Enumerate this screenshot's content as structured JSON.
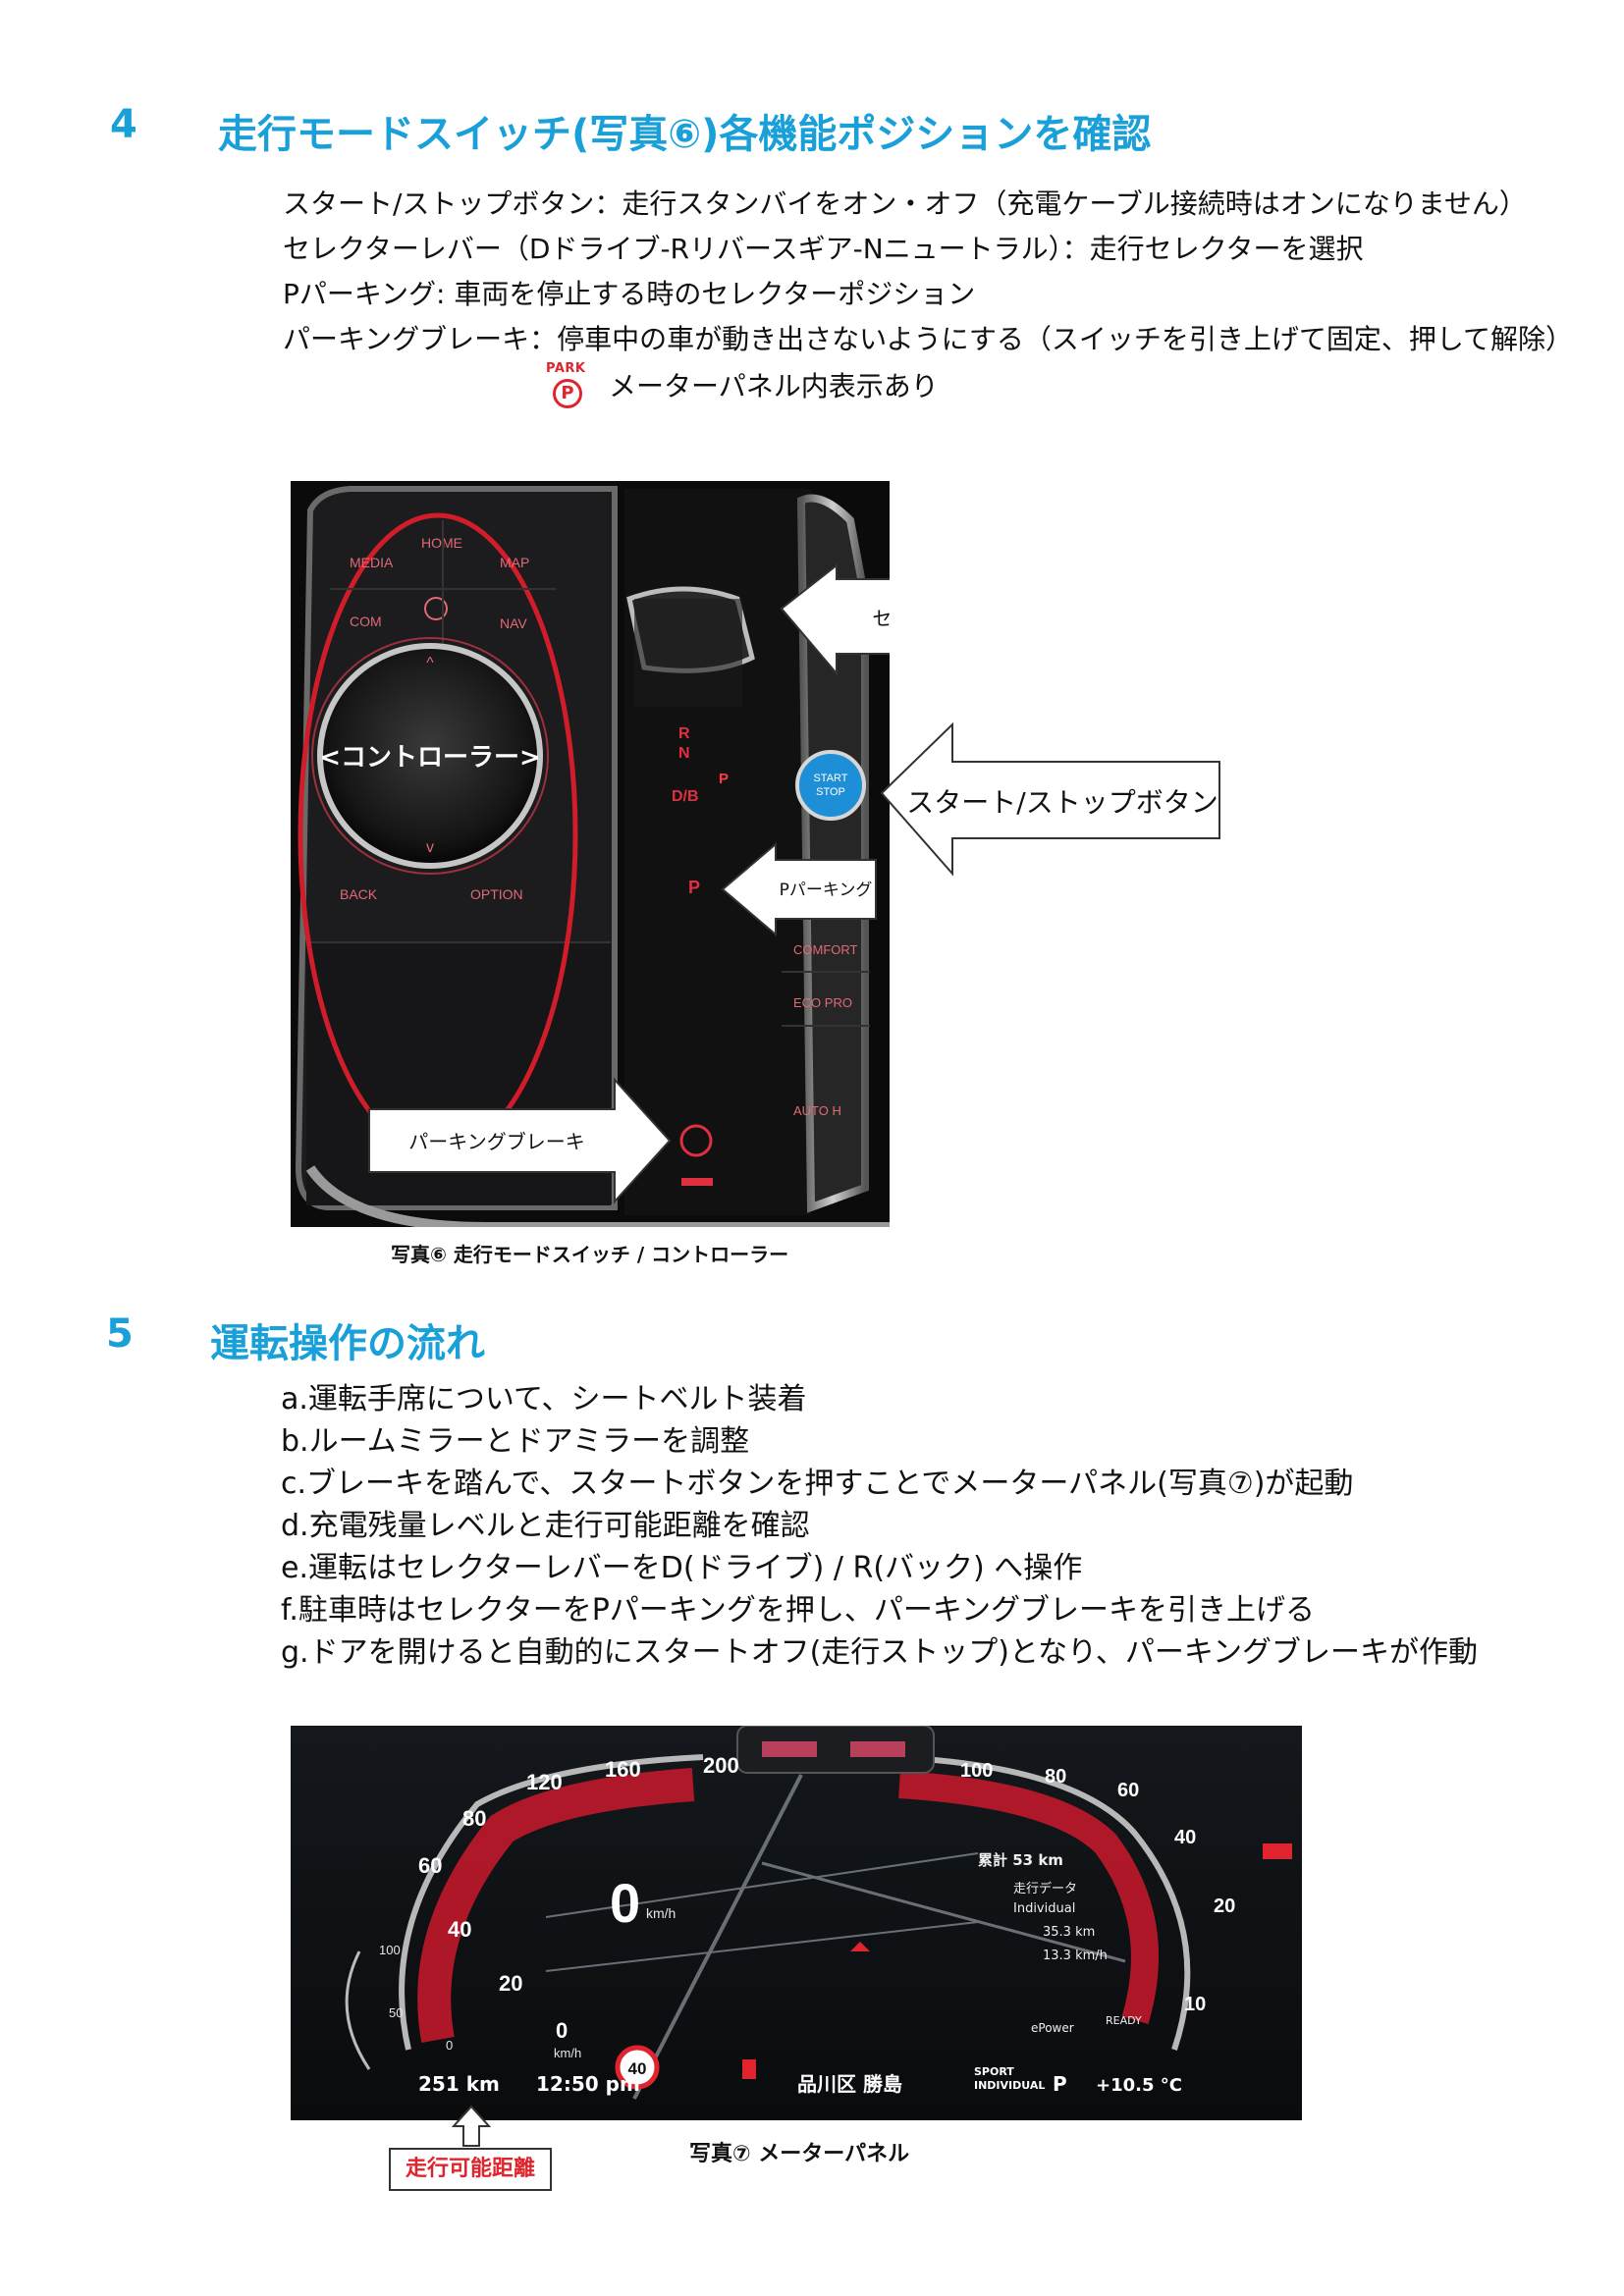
{
  "section4": {
    "number": "4",
    "title": "走行モードスイッチ(写真⑥)各機能ポジションを確認",
    "lines": [
      "スタート/ストップボタン：走行スタンバイをオン・オフ（充電ケーブル接続時はオンになりません）",
      "セレクターレバー（Dドライブ-Rリバースギア-Nニュートラル）：走行セレクターを選択",
      "Pパーキング: 車両を停止する時のセレクターポジション",
      "パーキングブレーキ：停車中の車が動き出さないようにする（スイッチを引き上げて固定、押して解除）"
    ],
    "park_label": "PARK",
    "park_symbol": "P",
    "meter_note": "メーターパネル内表示あり"
  },
  "photo6": {
    "buttons": {
      "media": "MEDIA",
      "home": "HOME",
      "map": "MAP",
      "com": "COM",
      "nav": "NAV",
      "back": "BACK",
      "option": "OPTION",
      "comfort": "COMFORT",
      "eco_pro": "ECO PRO",
      "auto_h": "AUTO H",
      "start": "START",
      "stop": "STOP"
    },
    "controller_label": "<コントローラー>",
    "gear_r": "R",
    "gear_n": "N",
    "gear_db": "D/B",
    "gear_p": "P",
    "gear_p_lit": "P",
    "callouts": {
      "selector": "セレクターレバー",
      "start_stop": "スタート/ストップボタン",
      "parking": "Pパーキング",
      "parking_brake": "パーキングブレーキ"
    },
    "caption": "写真⑥ 走行モードスイッチ / コントローラー"
  },
  "section5": {
    "number": "5",
    "title": "運転操作の流れ",
    "lines": [
      "a.運転手席について、シートベルト装着",
      "b.ルームミラーとドアミラーを調整",
      "c.ブレーキを踏んで、スタートボタンを押すことでメーターパネル(写真⑦)が起動",
      "d.充電残量レベルと走行可能距離を確認",
      "e.運転はセレクターレバーをD(ドライブ) / R(バック) へ操作",
      "f.駐車時はセレクターをPパーキングを押し、パーキングブレーキを引き上げる",
      "g.ドアを開けると自動的にスタートオフ(走行ストップ)となり、パーキングブレーキが作動"
    ]
  },
  "photo7": {
    "speed_ticks": [
      "0",
      "20",
      "40",
      "60",
      "80",
      "120",
      "160",
      "200"
    ],
    "power_ticks": [
      "100",
      "80",
      "60",
      "40",
      "20",
      "10"
    ],
    "battery_ticks": [
      "100",
      "50",
      "0"
    ],
    "speed_value": "0",
    "speed_unit": "km/h",
    "speed_unit_small": "km/h",
    "limit_sign": "40",
    "odometer": "累計 53 km",
    "trip_label": "走行データ",
    "trip_mode": "Individual",
    "trip_distance": "35.3 km",
    "trip_time": "13.3 km/h",
    "epower": "ePower",
    "ready": "READY",
    "range": "251 km",
    "clock": "12:50 pm",
    "location": "品川区 勝島",
    "mode_line1": "SPORT",
    "mode_line2": "INDIVIDUAL",
    "gear": "P",
    "temperature": "+10.5 °C",
    "range_label": "走行可能距離",
    "caption": "写真⑦ メーターパネル"
  },
  "colors": {
    "heading_blue": "#1aa0d8",
    "accent_red": "#e0242e",
    "start_button_blue": "#1e8fd6",
    "console_red_glow": "#d6384a"
  }
}
